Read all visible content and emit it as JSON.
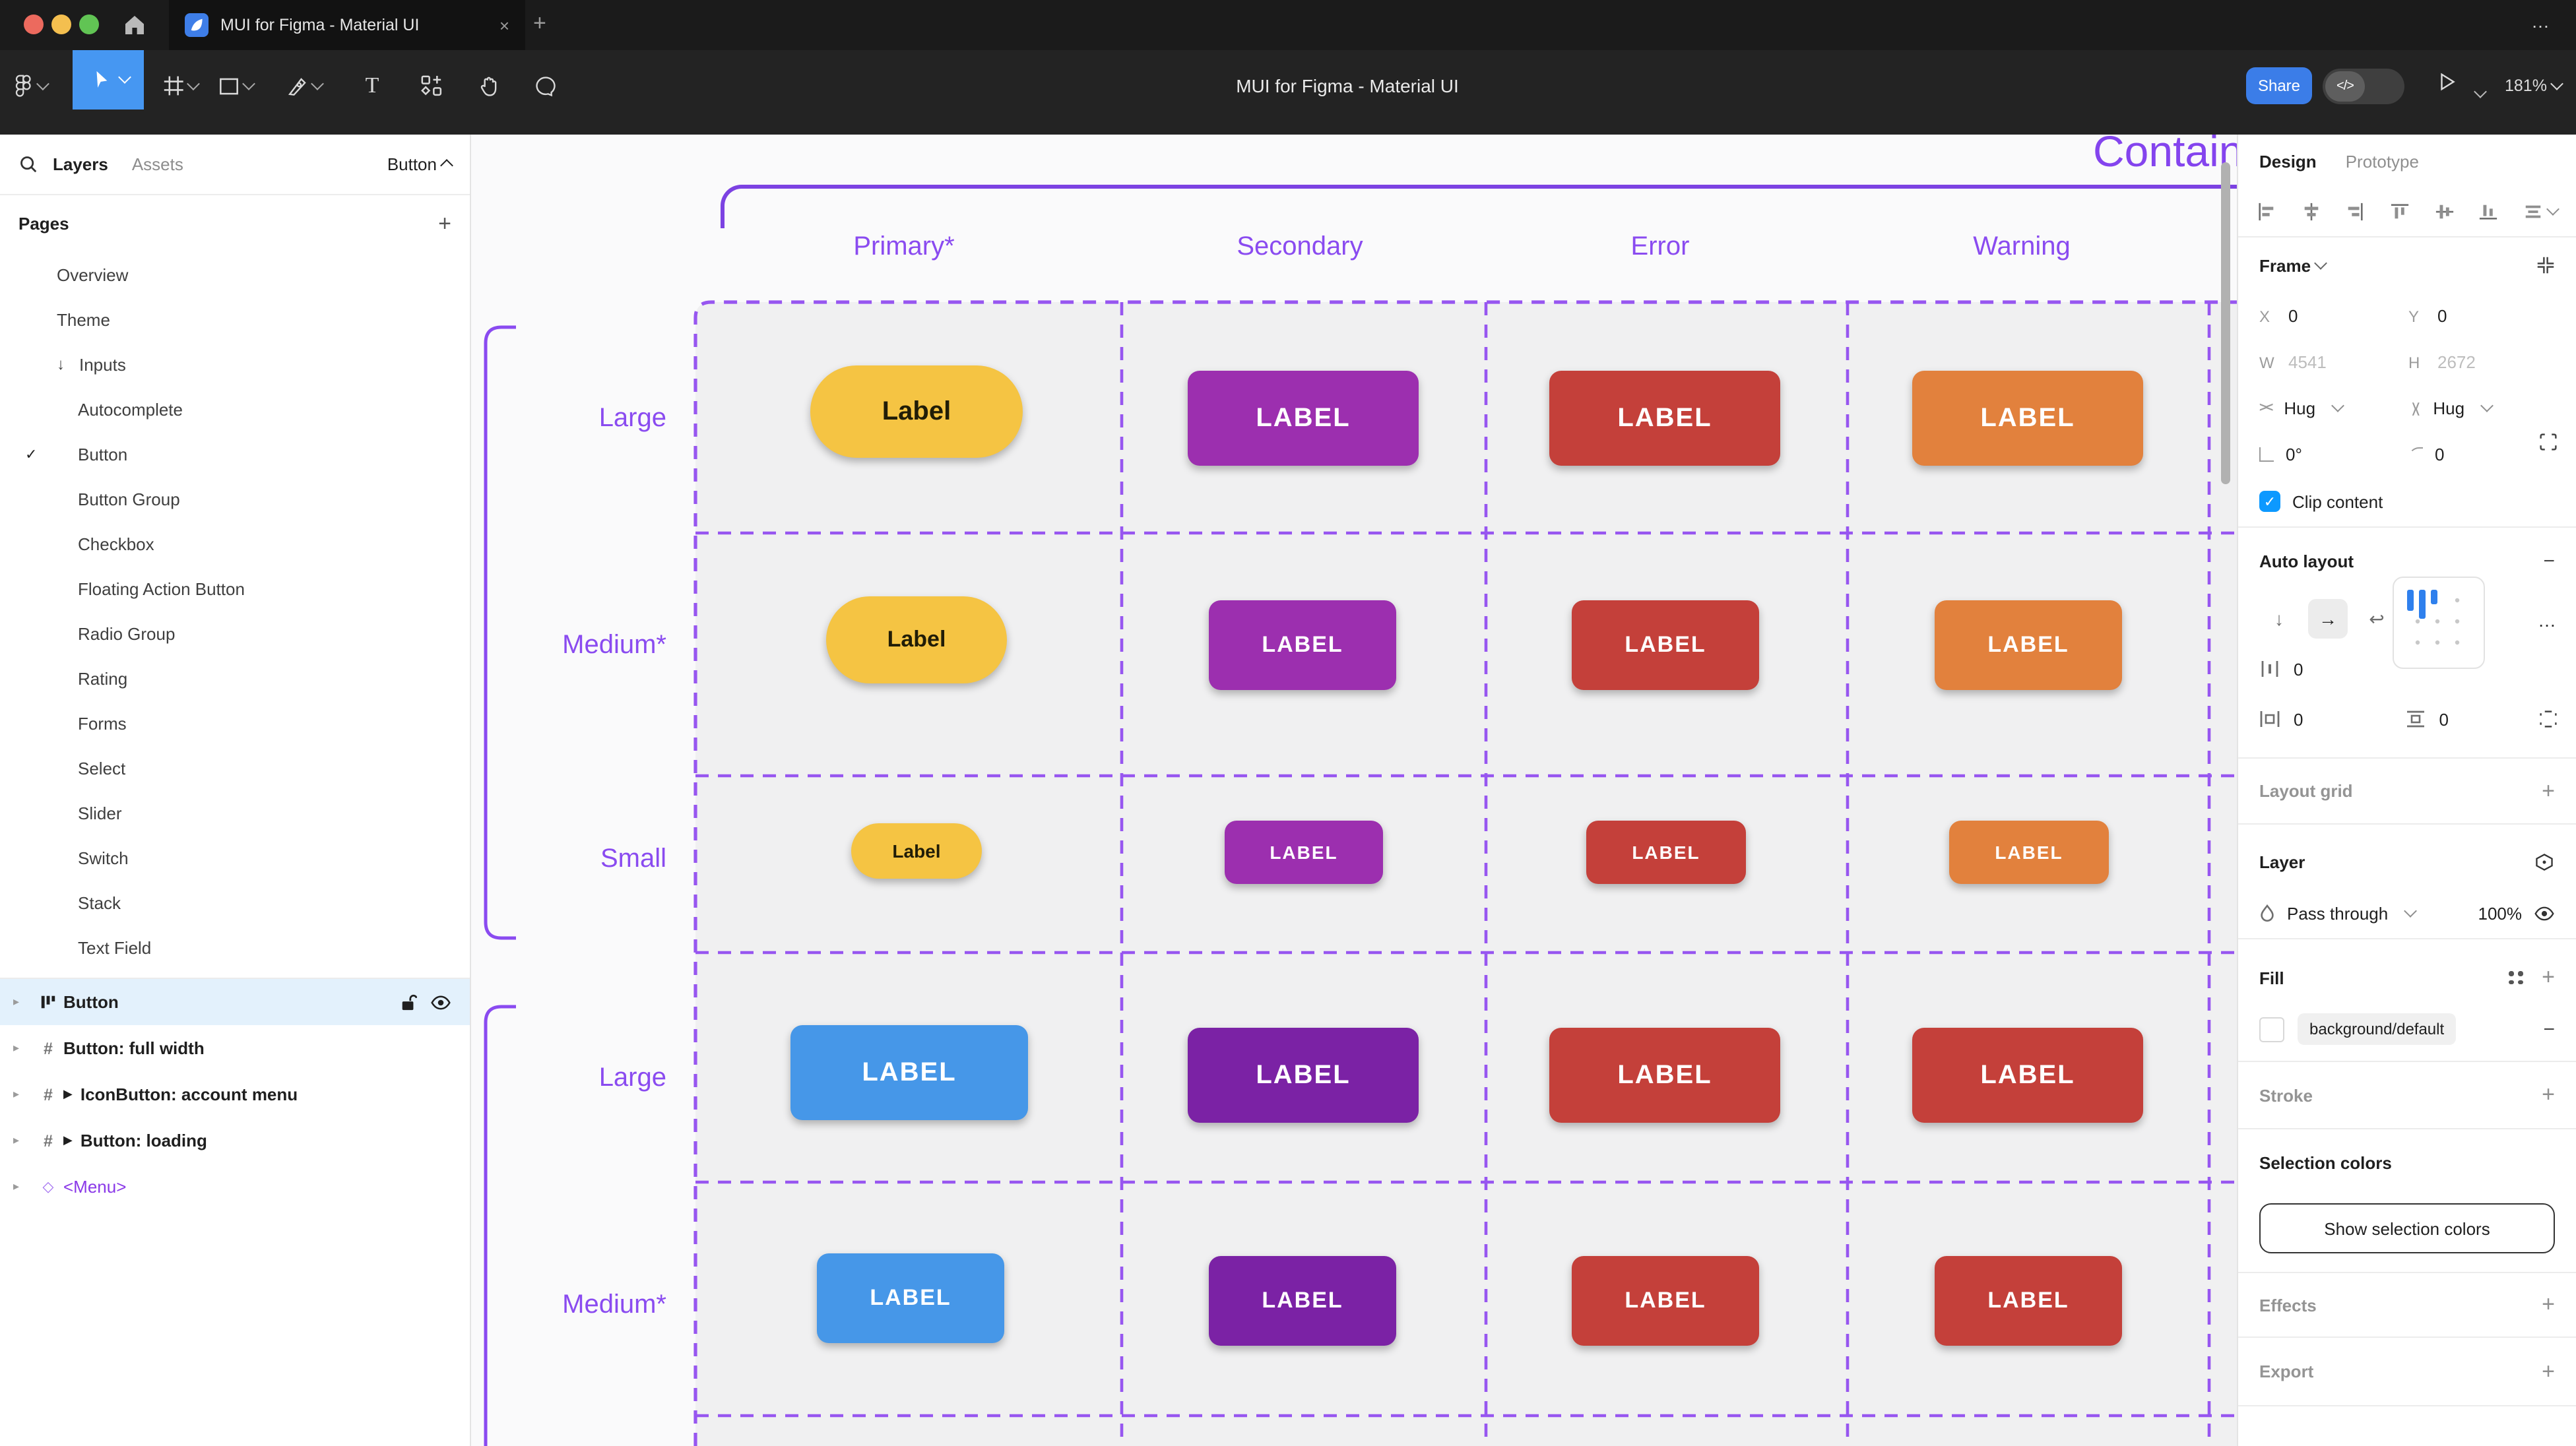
{
  "colors": {
    "accent-blue": "#4697f2",
    "share-blue": "#3b7de8",
    "figma-purple": "#8a4bf0",
    "dashed-purple": "#9756f0",
    "btn-primary": "#f5c443",
    "btn-primary-text": "#211d07",
    "btn-secondary": "#9c2faf",
    "btn-secondary-dark": "#7b22a5",
    "btn-error": "#c4403a",
    "btn-warning": "#e2813d",
    "btn-info": "#4697e8",
    "selected-row": "#e3f1fc",
    "checkbox-blue": "#0d99ff"
  },
  "icons": {
    "search_icon": "magnifier",
    "home_icon": "house",
    "figma_file_icon": "blue-quill-tile",
    "close": "×",
    "new_tab": "+",
    "window_more": "…",
    "menu_icon": "figma-logo",
    "move_tool": "cursor-arrow",
    "frame_tool": "#",
    "text_tool": "T",
    "dev_mode": "</>",
    "check": "✓",
    "tri_right": "▸",
    "play_marker": "▶",
    "diamond": "◇",
    "arrow_down": "↓",
    "arrow_right": "→",
    "wrap": "↩",
    "plus": "+",
    "minus": "−",
    "more_h": "…",
    "gap_icon": "]|[",
    "hash": "#"
  },
  "titlebar": {
    "tab_title": "MUI for Figma - Material UI"
  },
  "toolbar": {
    "title": "MUI for Figma - Material UI",
    "share_label": "Share",
    "zoom_level": "181%"
  },
  "sidebar": {
    "tabs": {
      "layers": "Layers",
      "assets": "Assets"
    },
    "component_filter": "Button",
    "pages_header": "Pages",
    "pages": [
      {
        "label": "Overview"
      },
      {
        "label": "Theme"
      },
      {
        "label": "Inputs",
        "prefix": "↓"
      },
      {
        "label": "Autocomplete"
      },
      {
        "label": "Button",
        "check": "✓"
      },
      {
        "label": "Button Group"
      },
      {
        "label": "Checkbox"
      },
      {
        "label": "Floating Action Button"
      },
      {
        "label": "Radio Group"
      },
      {
        "label": "Rating"
      },
      {
        "label": "Forms"
      },
      {
        "label": "Select"
      },
      {
        "label": "Slider"
      },
      {
        "label": "Switch"
      },
      {
        "label": "Stack"
      },
      {
        "label": "Text Field"
      }
    ],
    "layers": [
      {
        "label": "Button",
        "type": "auto-layout-frame",
        "selected": true
      },
      {
        "label": "Button: full width",
        "type": "frame"
      },
      {
        "label": "IconButton: account menu",
        "type": "frame",
        "marker": "▶"
      },
      {
        "label": "Button: loading",
        "type": "frame",
        "marker": "▶"
      },
      {
        "label": "<Menu>",
        "type": "instance"
      }
    ]
  },
  "canvas": {
    "frame_title": "Contained",
    "columns": [
      "Primary*",
      "Secondary",
      "Error",
      "Warning"
    ],
    "rows": [
      "Large",
      "Medium*",
      "Small",
      "Large",
      "Medium*"
    ],
    "buttons": [
      {
        "label": "Label",
        "variant": "primary",
        "size": "large"
      },
      {
        "label": "LABEL",
        "variant": "secondary",
        "size": "large"
      },
      {
        "label": "LABEL",
        "variant": "error",
        "size": "large"
      },
      {
        "label": "LABEL",
        "variant": "warning",
        "size": "large"
      },
      {
        "label": "Label",
        "variant": "primary",
        "size": "medium"
      },
      {
        "label": "LABEL",
        "variant": "secondary",
        "size": "medium"
      },
      {
        "label": "LABEL",
        "variant": "error",
        "size": "medium"
      },
      {
        "label": "LABEL",
        "variant": "warning",
        "size": "medium"
      },
      {
        "label": "Label",
        "variant": "primary",
        "size": "small"
      },
      {
        "label": "LABEL",
        "variant": "secondary",
        "size": "small"
      },
      {
        "label": "LABEL",
        "variant": "error",
        "size": "small"
      },
      {
        "label": "LABEL",
        "variant": "warning",
        "size": "small"
      },
      {
        "label": "LABEL",
        "variant": "info",
        "size": "large"
      },
      {
        "label": "LABEL",
        "variant": "secondary-dark",
        "size": "large"
      },
      {
        "label": "LABEL",
        "variant": "error",
        "size": "large"
      },
      {
        "label": "LABEL",
        "variant": "error",
        "size": "large"
      },
      {
        "label": "LABEL",
        "variant": "info",
        "size": "medium"
      },
      {
        "label": "LABEL",
        "variant": "secondary-dark",
        "size": "medium"
      },
      {
        "label": "LABEL",
        "variant": "error",
        "size": "medium"
      },
      {
        "label": "LABEL",
        "variant": "error",
        "size": "medium"
      }
    ]
  },
  "inspector": {
    "tabs": {
      "design": "Design",
      "prototype": "Prototype"
    },
    "frame": {
      "section": "Frame",
      "x_label": "X",
      "x": "0",
      "y_label": "Y",
      "y": "0",
      "w_label": "W",
      "w": "4541",
      "h_label": "H",
      "h": "2672",
      "h_resize": "Hug",
      "v_resize": "Hug",
      "rotation": "0°",
      "radius": "0",
      "clip_label": "Clip content"
    },
    "auto_layout": {
      "section": "Auto layout",
      "gap": "0",
      "pad_h": "0",
      "pad_v": "0"
    },
    "layout_grid": {
      "section": "Layout grid"
    },
    "layer": {
      "section": "Layer",
      "blend_mode": "Pass through",
      "opacity": "100%"
    },
    "fill": {
      "section": "Fill",
      "token": "background/default"
    },
    "stroke": {
      "section": "Stroke"
    },
    "selection_colors": {
      "section": "Selection colors",
      "button_label": "Show selection colors"
    },
    "effects": {
      "section": "Effects"
    },
    "export": {
      "section": "Export"
    }
  }
}
